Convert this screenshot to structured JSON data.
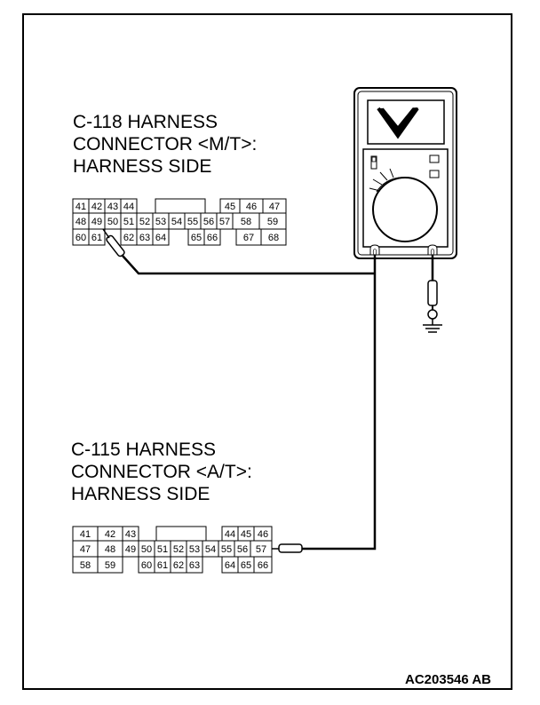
{
  "connector_top": {
    "label_lines": [
      "C-118 HARNESS",
      "CONNECTOR <M/T>:",
      "HARNESS SIDE"
    ],
    "rows": [
      [
        "41",
        "42",
        "43",
        "44",
        "",
        "",
        "",
        "",
        "",
        "45",
        "46",
        "47"
      ],
      [
        "48",
        "49",
        "50",
        "51",
        "52",
        "53",
        "54",
        "55",
        "56",
        "57",
        "58",
        "59"
      ],
      [
        "60",
        "61",
        "",
        "62",
        "63",
        "64",
        "",
        "65",
        "66",
        "",
        "67",
        "68"
      ]
    ]
  },
  "connector_bottom": {
    "label_lines": [
      "C-115 HARNESS",
      "CONNECTOR <A/T>:",
      "HARNESS SIDE"
    ],
    "rows": [
      [
        "41",
        "42",
        "43",
        "",
        "",
        "",
        "",
        "",
        "",
        "44",
        "45",
        "46"
      ],
      [
        "47",
        "48",
        "49",
        "50",
        "51",
        "52",
        "53",
        "54",
        "55",
        "56",
        "57"
      ],
      [
        "58",
        "59",
        "",
        "60",
        "61",
        "62",
        "63",
        "",
        "64",
        "65",
        "66"
      ]
    ]
  },
  "voltmeter": {
    "icon": "voltmeter-icon",
    "display_symbol": "V"
  },
  "ground": {
    "icon": "ground-icon"
  },
  "figure_code": "AC203546 AB"
}
